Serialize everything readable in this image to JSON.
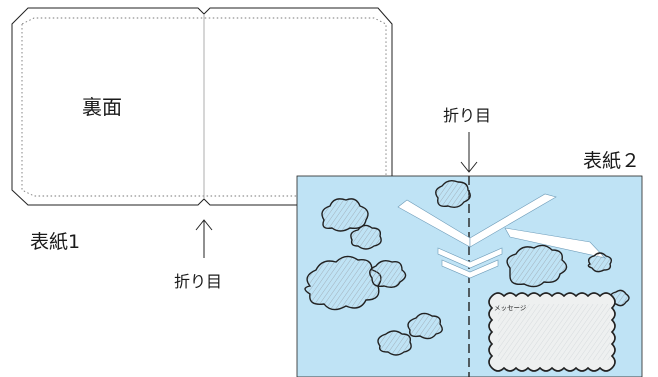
{
  "cover1": {
    "back_label": "裏面",
    "name": "表紙1",
    "fold_label": "折り目"
  },
  "cover2": {
    "name": "表紙２",
    "fold_label": "折り目",
    "message_label": "メッセージ"
  },
  "colors": {
    "sky": "#bfe3f5",
    "line": "#222222",
    "cloud_fill": "#ffffff",
    "dotted": "#777777"
  }
}
